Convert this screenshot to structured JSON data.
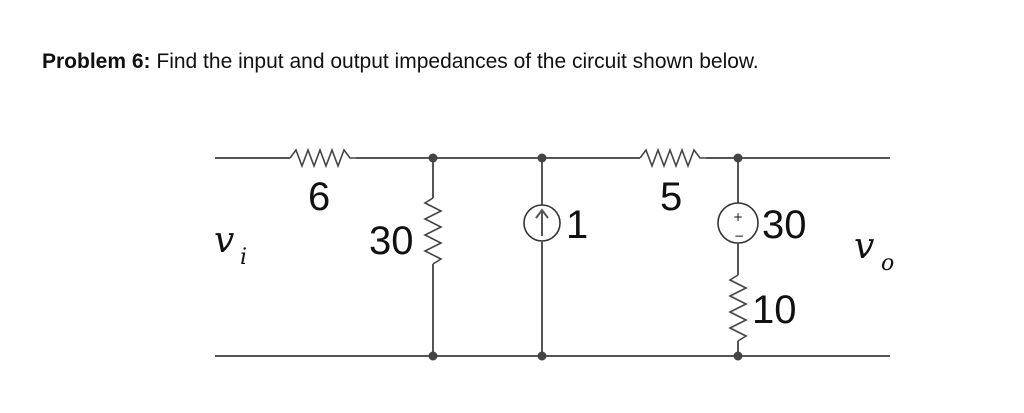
{
  "problem": {
    "label": "Problem 6:",
    "text": "Find the input and output impedances of the circuit shown below."
  },
  "circuit": {
    "input_var": "v",
    "input_sub": "i",
    "output_var": "v",
    "output_sub": "o",
    "r_series_1": "6",
    "r_shunt_1": "30",
    "current_source": "1",
    "r_series_2": "5",
    "dependent_source": "30",
    "r_shunt_2": "10",
    "plus_sign": "+",
    "minus_sign": "−"
  }
}
